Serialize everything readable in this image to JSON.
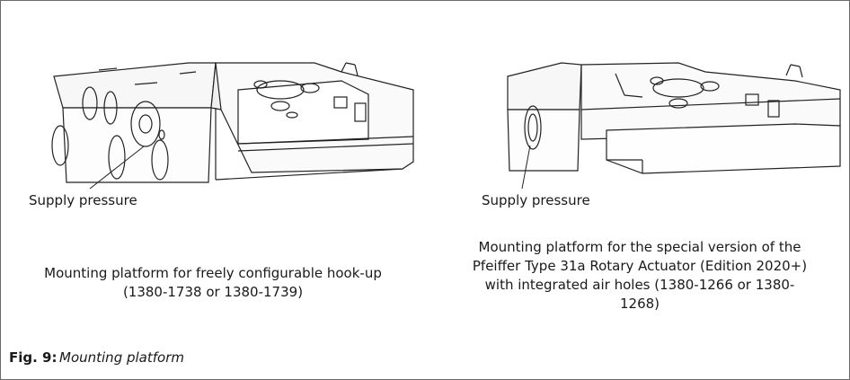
{
  "left_part": {
    "callout": "Supply pressure",
    "caption_line1": "Mounting platform for freely configurable hook-up",
    "caption_line2": "(1380-1738 or 1380-1739)"
  },
  "right_part": {
    "callout": "Supply pressure",
    "caption_line1": "Mounting platform for the special version of the",
    "caption_line2": "Pfeiffer Type 31a Rotary Actuator (Edition 2020+)",
    "caption_line3": "with integrated air holes (1380-1266 or 1380-",
    "caption_line4": "1268)"
  },
  "figure": {
    "number": "Fig. 9:",
    "title": "Mounting platform"
  }
}
